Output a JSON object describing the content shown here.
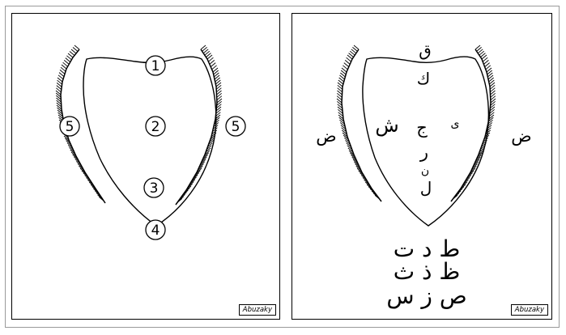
{
  "panels": [
    {
      "id": "numbered",
      "credit": "Abuzaky",
      "markers": [
        {
          "id": "1",
          "label": "1"
        },
        {
          "id": "2",
          "label": "2"
        },
        {
          "id": "3",
          "label": "3"
        },
        {
          "id": "4",
          "label": "4"
        },
        {
          "id": "5-left",
          "label": "5"
        },
        {
          "id": "5-right",
          "label": "5"
        }
      ]
    },
    {
      "id": "letters",
      "credit": "Abuzaky",
      "letters": {
        "top_qaf": "ق",
        "kaf": "ك",
        "shin": "ش",
        "jim": "ج",
        "ya": "ى",
        "ra": "ر",
        "nun": "ن",
        "lam": "ل",
        "dad_left": "ض",
        "dad_right": "ض",
        "row1": "ط د ت",
        "row2": "ظ ذ ث",
        "row3": "ص ز س"
      }
    }
  ]
}
